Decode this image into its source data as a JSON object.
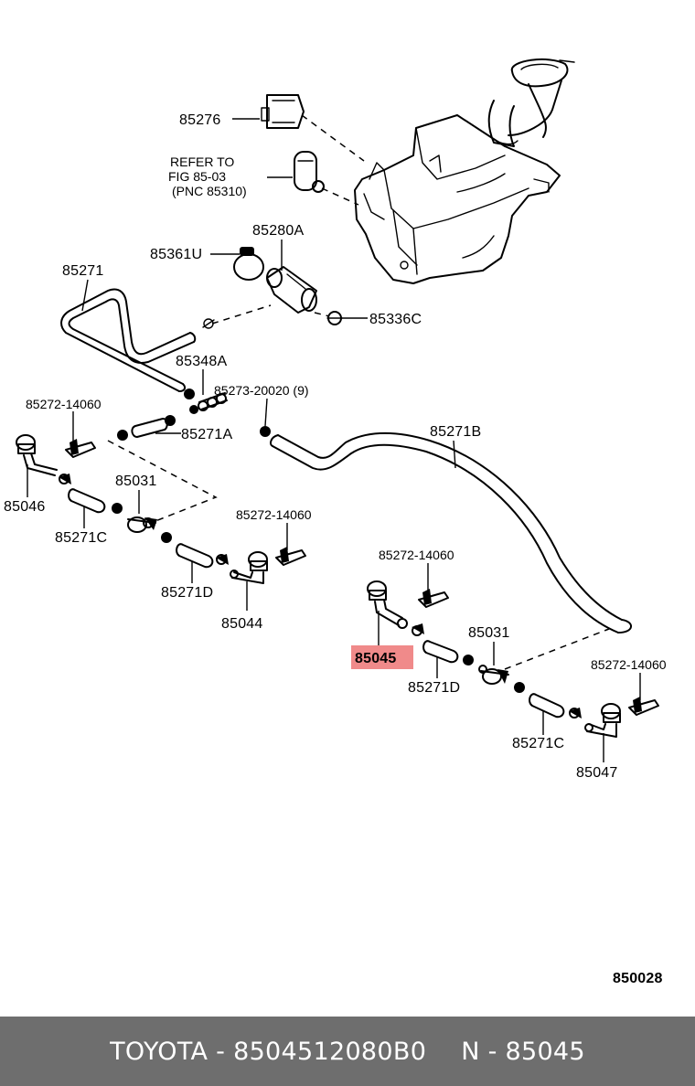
{
  "labels": {
    "p85276": "85276",
    "refer_line1": "REFER TO",
    "refer_line2": "FIG 85-03",
    "refer_line3": "(PNC 85310)",
    "p85280A": "85280A",
    "p85361U": "85361U",
    "p85271": "85271",
    "p85336C": "85336C",
    "p85348A": "85348A",
    "p85273": "85273-20020 (9)",
    "p85272_a": "85272-14060",
    "p85271A": "85271A",
    "p85271B": "85271B",
    "p85031_a": "85031",
    "p85046": "85046",
    "p85271C_a": "85271C",
    "p85272_b": "85272-14060",
    "p85271D_a": "85271D",
    "p85044": "85044",
    "p85272_c": "85272-14060",
    "p85045": "85045",
    "p85031_b": "85031",
    "p85271D_b": "85271D",
    "p85272_d": "85272-14060",
    "p85271C_b": "85271C",
    "p85047": "85047",
    "figure_code": "850028"
  },
  "highlight_color": "#f08a8a",
  "footer": {
    "brand_part": "TOYOTA - 8504512080B0",
    "ref": "N - 85045",
    "background": "#6e6e6e"
  }
}
